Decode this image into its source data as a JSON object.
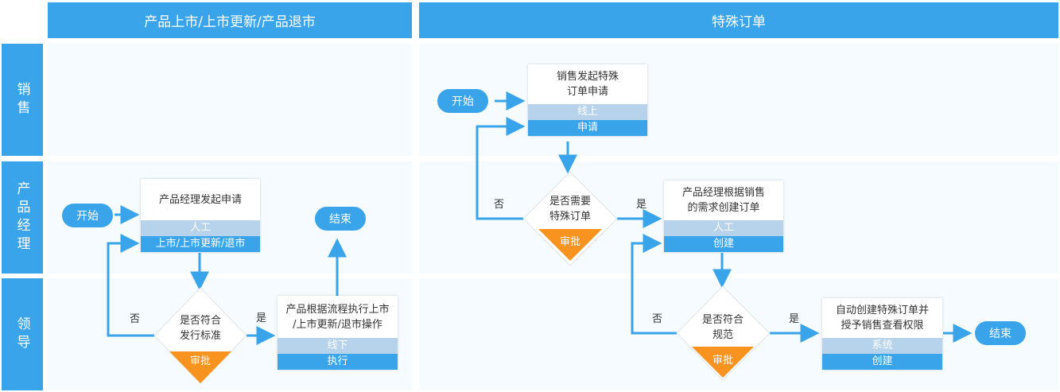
{
  "headers": {
    "left": "产品上市/上市更新/产品退市",
    "right": "特殊订单"
  },
  "lanes": [
    "销售",
    "产品经理",
    "领导"
  ],
  "left_flow": {
    "start": "开始",
    "apply": {
      "text": "产品经理发起申请",
      "type": "人工",
      "action": "上市/上市更新/退市"
    },
    "decision": {
      "text": "是否符合\n发行标准",
      "action": "审批"
    },
    "no": "否",
    "yes": "是",
    "execute": {
      "text": "产品根据流程执行上市\n/上市更新/退市操作",
      "type": "线下",
      "action": "执行"
    },
    "end": "结束"
  },
  "right_flow": {
    "start": "开始",
    "sales_apply": {
      "text": "销售发起特殊\n订单申请",
      "type": "线上",
      "action": "申请"
    },
    "decision1": {
      "text": "是否需要\n特殊订单",
      "action": "审批"
    },
    "no1": "否",
    "yes1": "是",
    "pm_create": {
      "text": "产品经理根据销售\n的需求创建订单",
      "type": "人工",
      "action": "创建"
    },
    "decision2": {
      "text": "是否符合\n规范",
      "action": "审批"
    },
    "no2": "否",
    "yes2": "是",
    "auto_create": {
      "text": "自动创建特殊订单并\n授予销售查看权限",
      "type": "系统",
      "action": "创建"
    },
    "end": "结束"
  },
  "colors": {
    "primary": "#3aa4ea",
    "type_bar": "#b7d3ec",
    "approve": "#f7931e",
    "lane_bg": "#f5fbff"
  }
}
